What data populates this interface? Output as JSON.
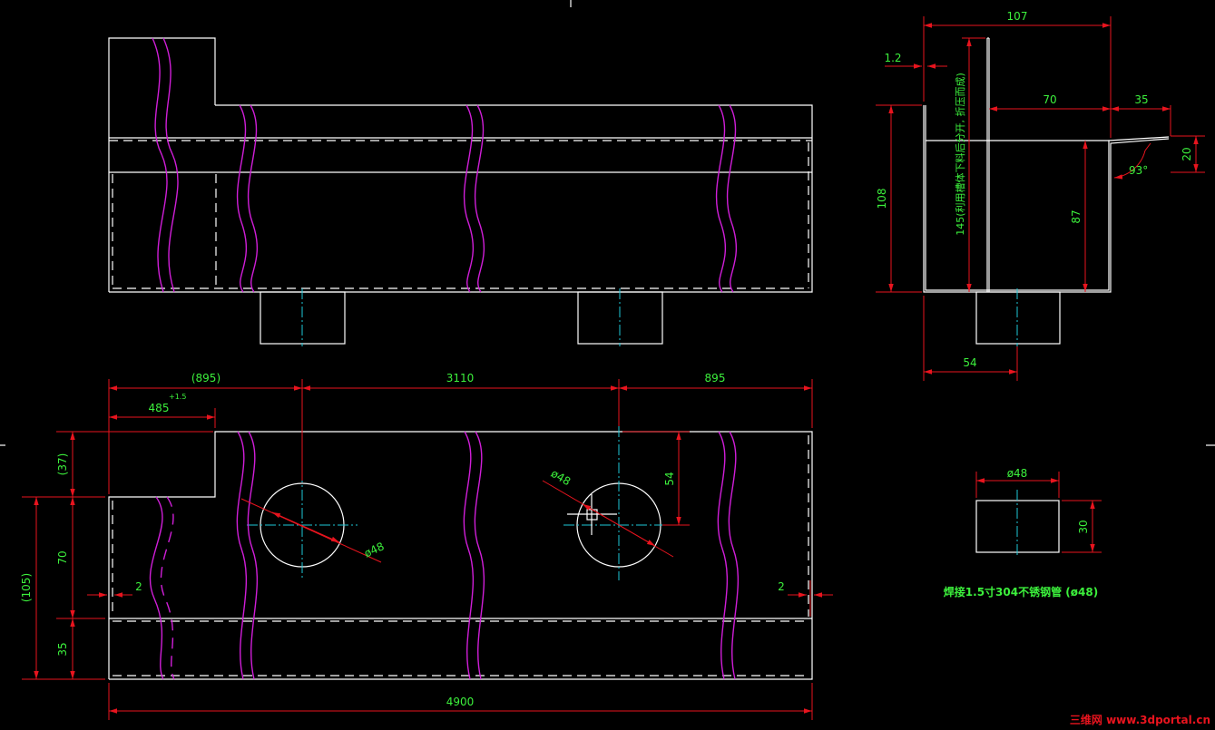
{
  "drawing": {
    "dims": {
      "top_width": "107",
      "thickness": "1.2",
      "inner_width": "70",
      "lip_width": "35",
      "lip_height": "20",
      "angle": "93°",
      "total_height": "108",
      "inner_height": "87",
      "side_note": "145(利用槽体下料后分开, 折压而成)",
      "pipe_offset": "54",
      "left_span": "(895)",
      "mid_span": "3110",
      "right_span": "895",
      "left_step": "485",
      "left_step_tol": "+1.5",
      "h_37": "(37)",
      "h_70": "70",
      "h_105": "(105)",
      "h_35": "35",
      "edge_left": "2",
      "edge_right": "2",
      "hole_dia_1": "ø48",
      "hole_dia_2": "ø48",
      "hole_offset": "54",
      "total_length": "4900",
      "pipe_dia": "ø48",
      "pipe_height": "30"
    },
    "note": "焊接1.5寸304不锈钢管 (ø48)",
    "watermark": "三维网 www.3dportal.cn"
  }
}
